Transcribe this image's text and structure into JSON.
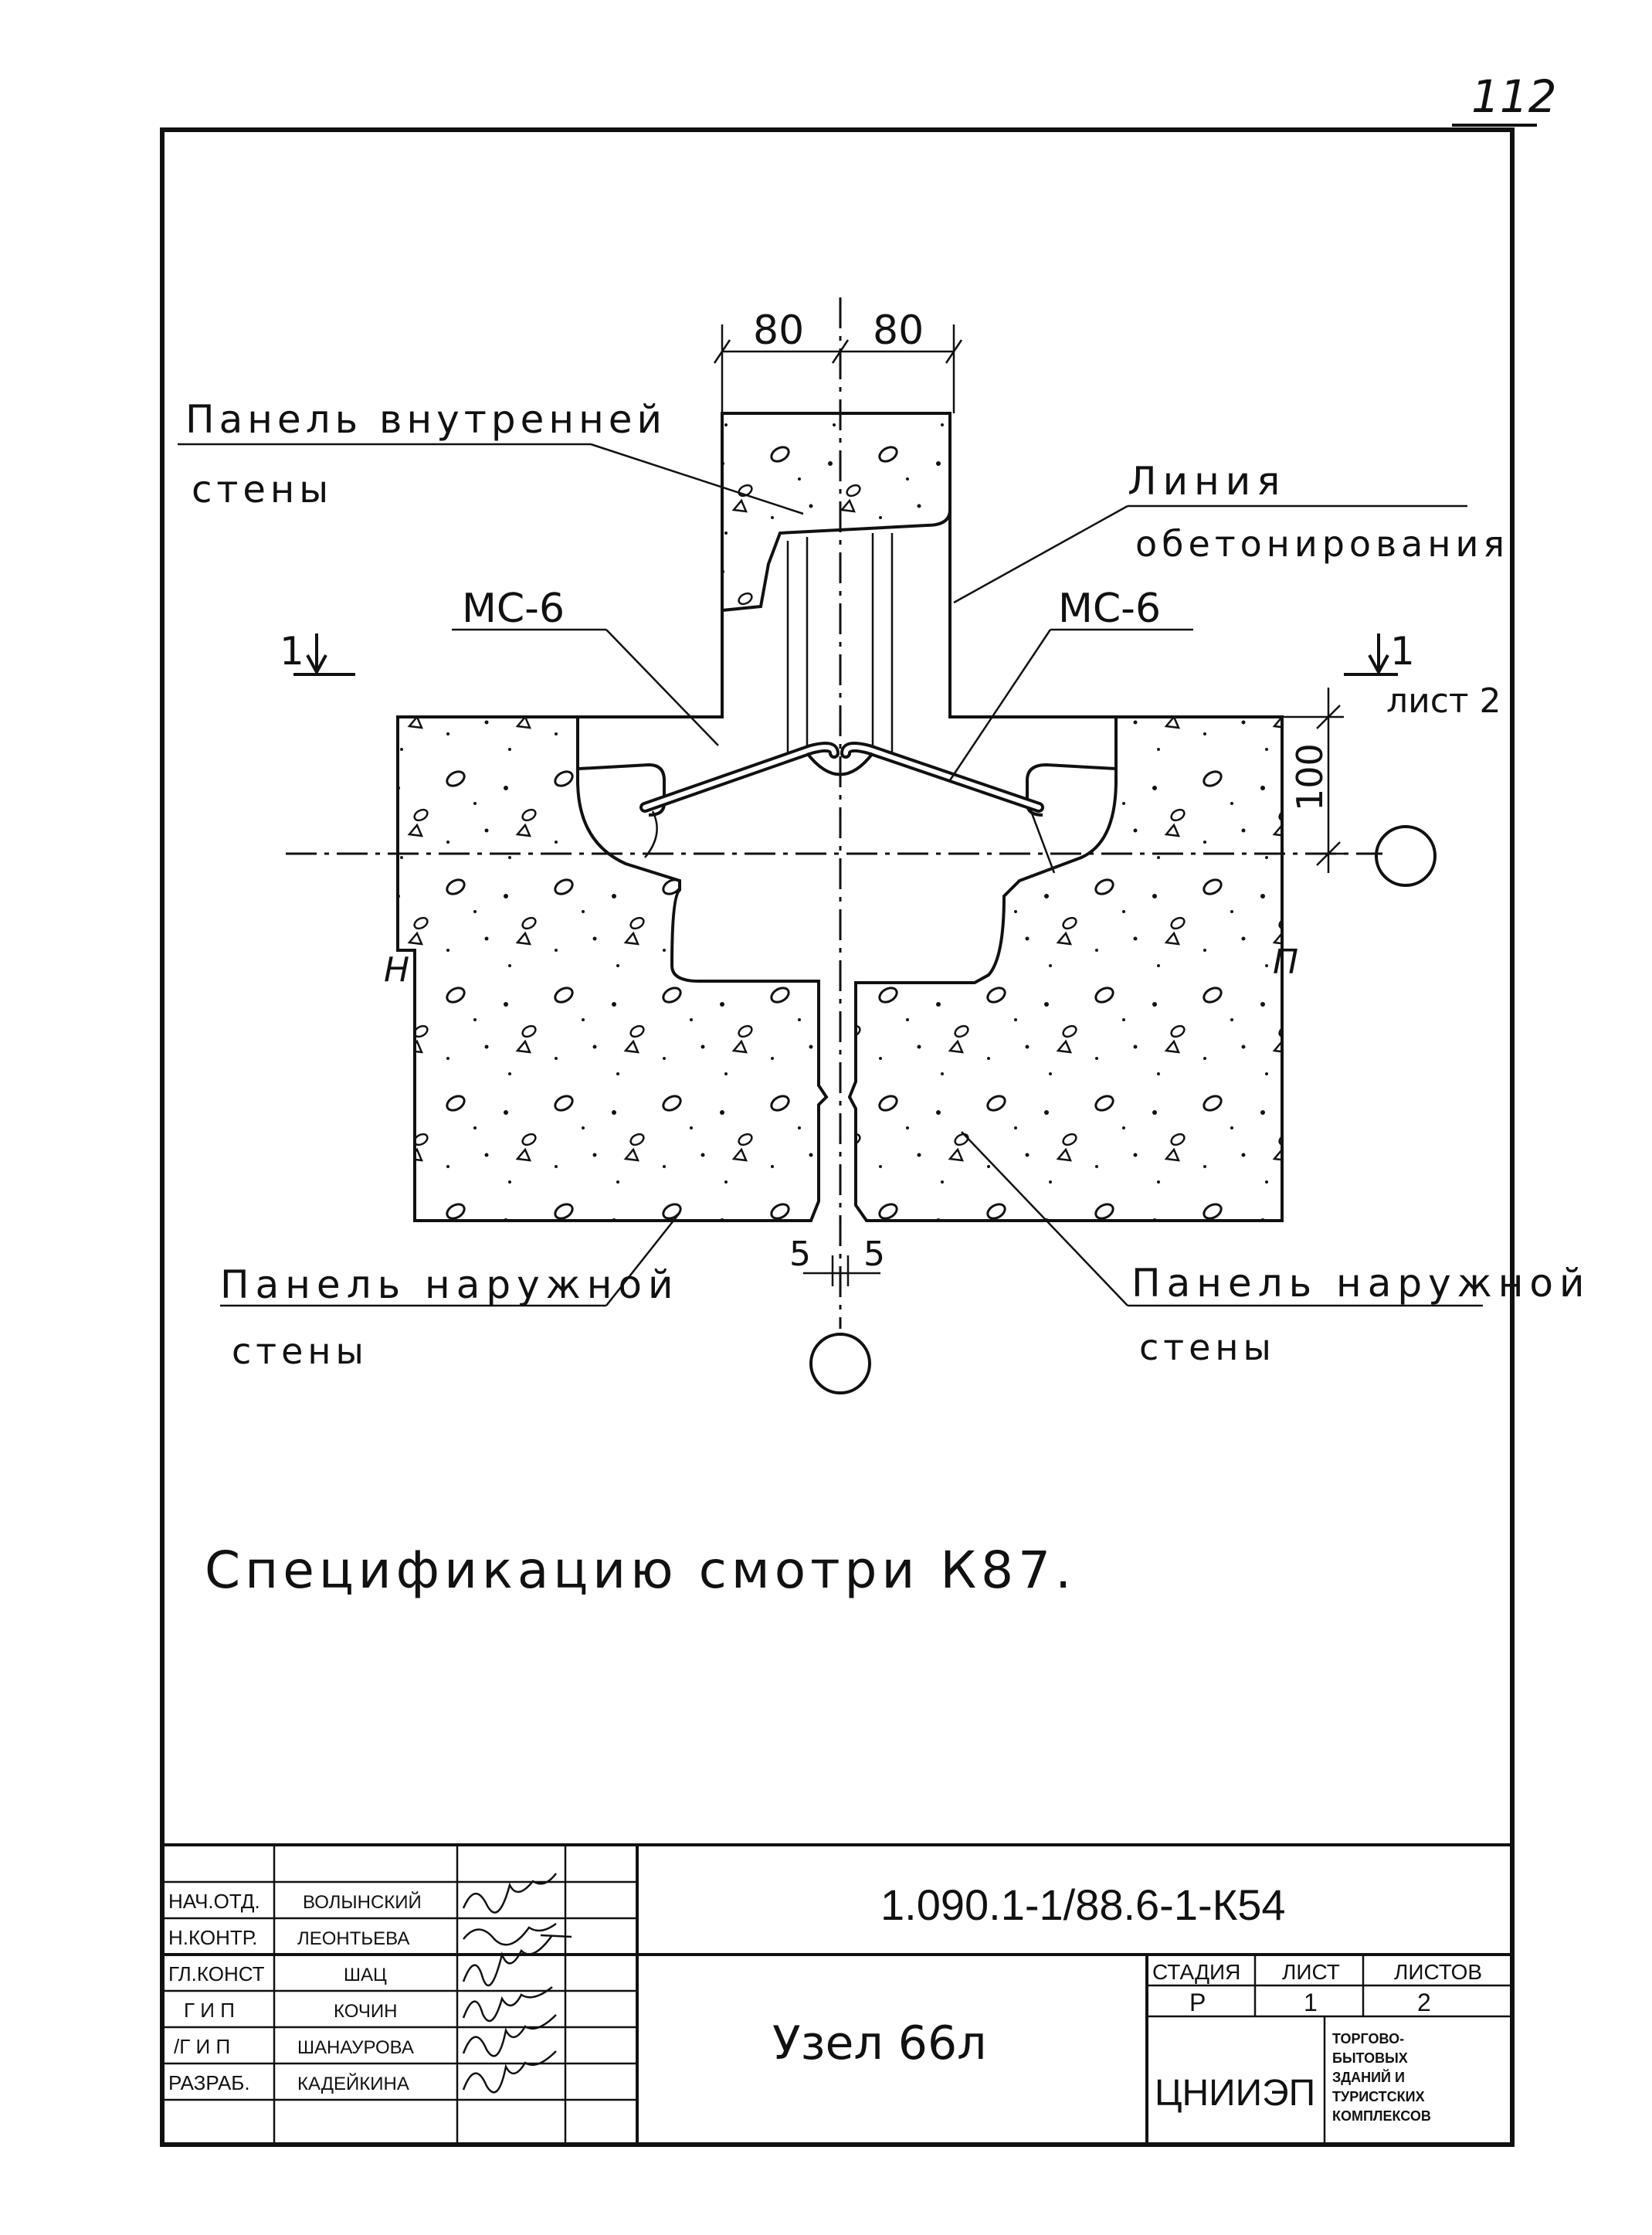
{
  "page_number": "112",
  "drawing": {
    "dimensions": {
      "top_left": "80",
      "top_right": "80",
      "side": "100",
      "gap_left": "5",
      "gap_right": "5"
    },
    "labels": {
      "inner_panel_line1": "Панель внутренней",
      "inner_panel_line2": "стены",
      "concrete_line_line1": "Линия",
      "concrete_line_line2": "обетонирования",
      "mc6_left": "МС-6",
      "mc6_right": "МС-6",
      "section_left": "1",
      "section_right": "1",
      "section_sheet": "лист 2",
      "outer_panel_left_line1": "Панель наружной",
      "outer_panel_left_line2": "стены",
      "outer_panel_right_line1": "Панель наружной",
      "outer_panel_right_line2": "стены",
      "zone_left": "Н",
      "zone_right": "П"
    },
    "note": "Спецификацию смотри К87."
  },
  "title_block": {
    "roles": [
      "НАЧ.ОТД.",
      "Н.КОНТР.",
      "ГЛ.КОНСТ",
      "Г И П",
      "/Г И П",
      "РАЗРАБ."
    ],
    "names": [
      "ВОЛЫНСКИЙ",
      "ЛЕОНТЬЕВА",
      "ШАЦ",
      "КОЧИН",
      "ШАНАУРОВА",
      "КАДЕЙКИНА"
    ],
    "code": "1.090.1-1/88.6-1-К54",
    "title": "Узел 66л",
    "stage_header": "СТАДИЯ",
    "sheet_header": "ЛИСТ",
    "sheets_header": "ЛИСТОВ",
    "stage": "Р",
    "sheet": "1",
    "sheets": "2",
    "org": "ЦНИИЭП",
    "org_note": [
      "ТОРГОВО-",
      "БЫТОВЫХ",
      "ЗДАНИЙ И",
      "ТУРИСТСКИХ",
      "КОМПЛЕКСОВ"
    ]
  }
}
